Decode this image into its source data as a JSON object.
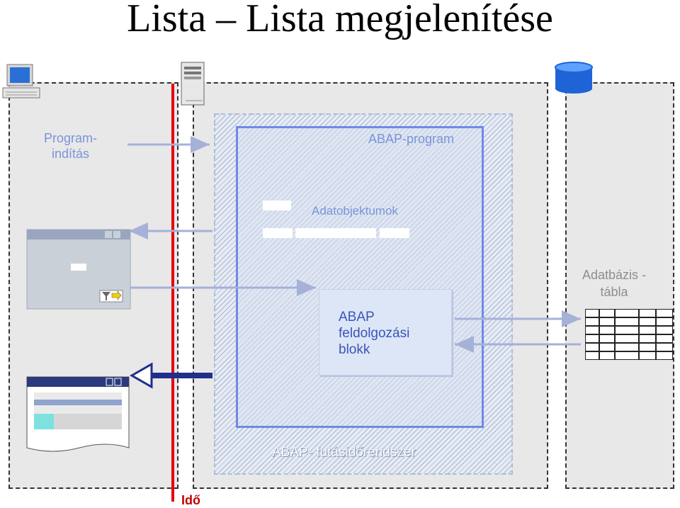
{
  "title": "Lista – Lista megjelenítése",
  "labels": {
    "program_start_line1": "Program-",
    "program_start_line2": "indítás",
    "abap_program": "ABAP-program",
    "data_objects": "Adatobjektumok",
    "db_table_line1": "Adatbázis -",
    "db_table_line2": "tábla",
    "processing_line1": "ABAP",
    "processing_line2": "feldolgozási",
    "processing_line3": "blokk",
    "runtime": "ABAP- futásidőrendszer",
    "time": "Idő"
  },
  "icons": [
    "computer-icon",
    "server-icon",
    "database-icon",
    "filter-execute-icon"
  ],
  "colors": {
    "timeline": "#e4000f",
    "label_blue": "#7a95d8",
    "arrow_light": "#a6b1d8",
    "arrow_dark": "#1f2f8a",
    "box_border": "#6f8ae6"
  }
}
